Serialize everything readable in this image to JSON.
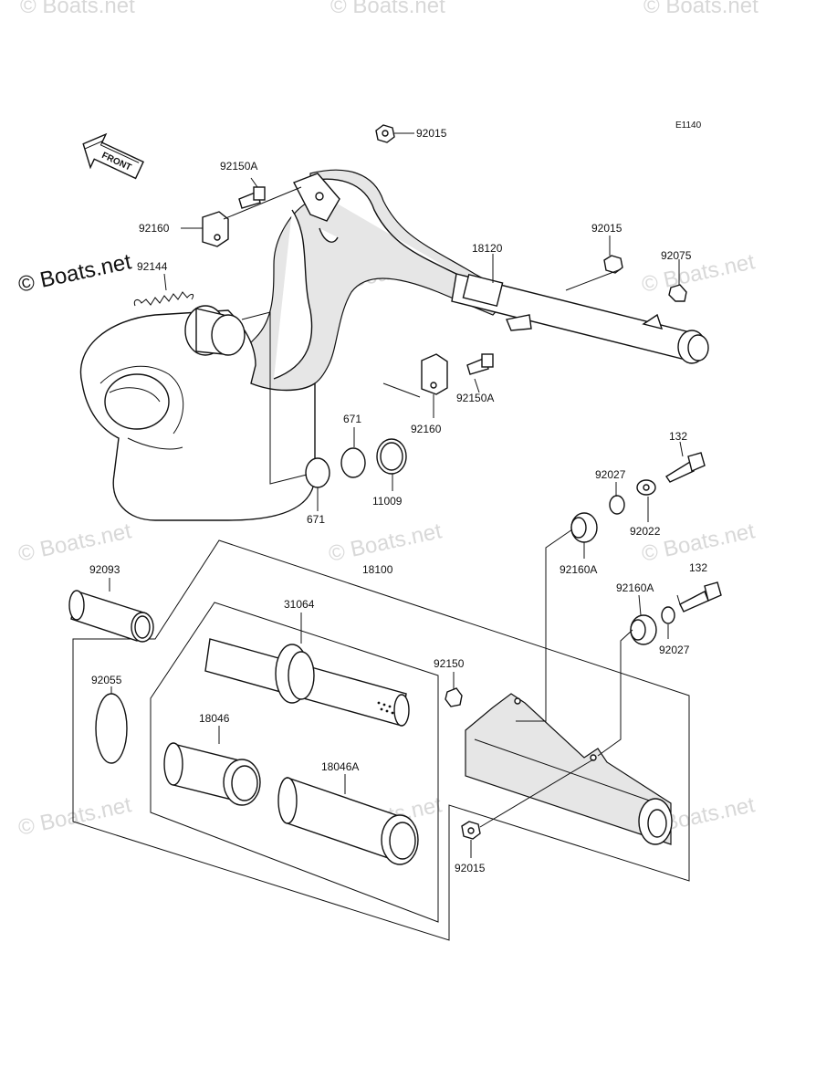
{
  "diagram": {
    "code": "E1140",
    "front_label": "FRONT",
    "watermark": "© Boats.net",
    "watermark_prominent": "© Boats.net",
    "parts": {
      "p92015_top": "92015",
      "p92150A_top": "92150A",
      "p92160_top": "92160",
      "p92144": "92144",
      "p18120": "18120",
      "p92015_right": "92015",
      "p92075": "92075",
      "p92150A_mid": "92150A",
      "p92160_mid": "92160",
      "p671_top": "671",
      "p671_bottom": "671",
      "p11009": "11009",
      "p132_top": "132",
      "p92027_top": "92027",
      "p92022": "92022",
      "p92160A_top": "92160A",
      "p92093": "92093",
      "p18100": "18100",
      "p31064": "31064",
      "p92160A_mid": "92160A",
      "p132_mid": "132",
      "p92027_mid": "92027",
      "p92150": "92150",
      "p92055": "92055",
      "p18046": "18046",
      "p18046A": "18046A",
      "p92015_bottom": "92015"
    }
  }
}
